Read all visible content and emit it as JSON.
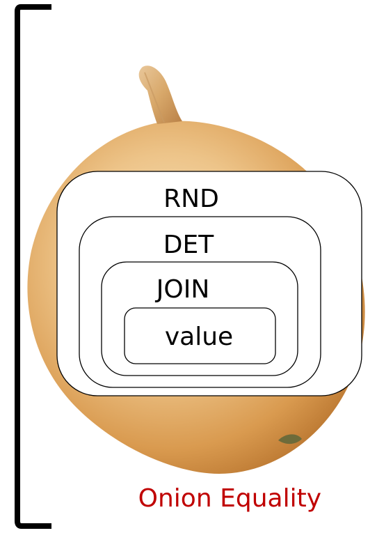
{
  "diagram": {
    "layers": [
      {
        "label": "RND"
      },
      {
        "label": "DET"
      },
      {
        "label": "JOIN"
      },
      {
        "label": "value"
      }
    ],
    "caption": "Onion Equality"
  },
  "colors": {
    "caption": "#c00000",
    "bracket": "#000000",
    "onion_light": "#f8e3b8",
    "onion_mid": "#e3a45a",
    "onion_dark": "#b36e2a"
  },
  "icons": {
    "background": "onion-image",
    "left_marker": "bracket-icon"
  }
}
